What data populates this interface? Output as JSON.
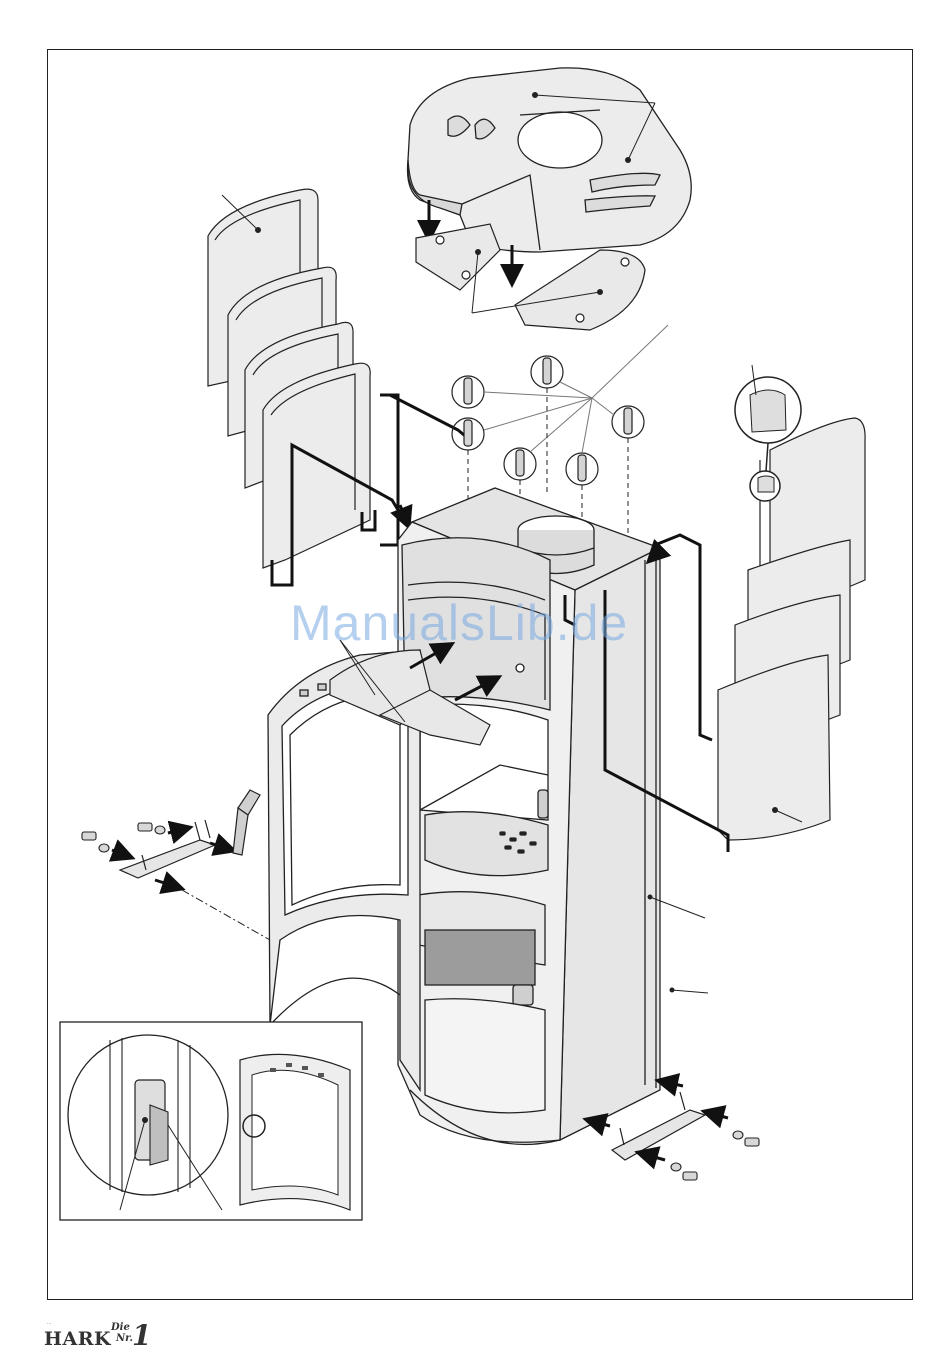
{
  "watermark": {
    "text": "ManualsLib.de"
  },
  "logo": {
    "small_text": "...",
    "brand": "HARK",
    "tagline_die": "Die",
    "tagline_nr": "Nr.",
    "tagline_one": "1"
  },
  "colors": {
    "line": "#222222",
    "panel_fill": "#e9e9e9",
    "panel_shade": "#cfcfcf",
    "dark_fill": "#9a9a9a",
    "leader": "#555555",
    "watermark": "#78aae1"
  }
}
